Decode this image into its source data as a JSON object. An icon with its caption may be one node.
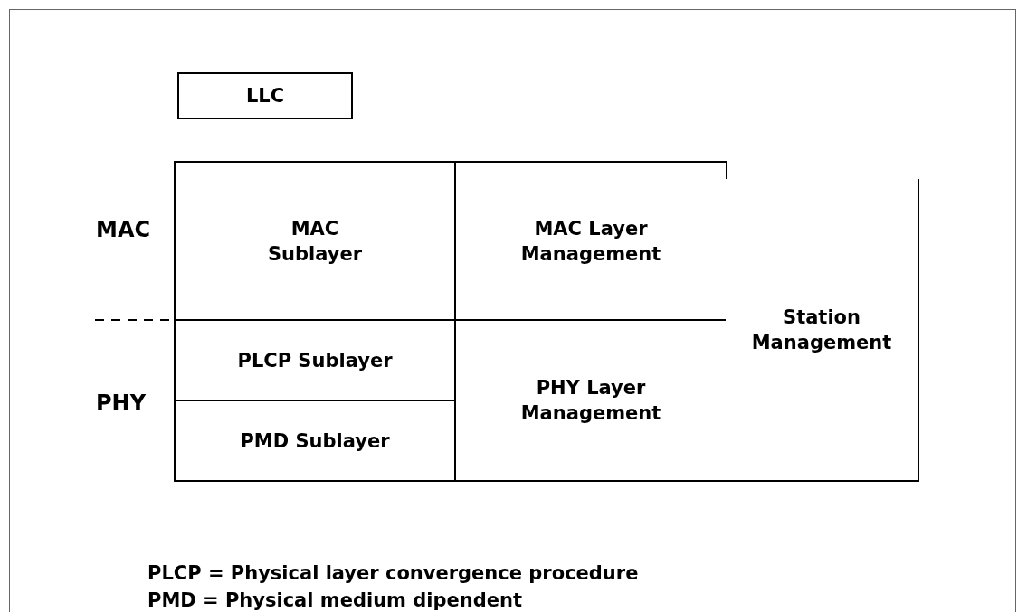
{
  "diagram": {
    "nodes": [
      {
        "text": [
          "LLC"
        ]
      },
      {
        "text": [
          "MAC Sublayer"
        ]
      },
      {
        "text": [
          "MAC Layer Management"
        ]
      },
      {
        "text": [
          "PLCP Sublayer"
        ]
      },
      {
        "text": [
          "PMD Sublayer"
        ]
      },
      {
        "text": [
          "PHY Layer Management"
        ]
      },
      {
        "text": [
          "Station Management"
        ]
      }
    ],
    "labels": [
      "MAC",
      "PHY",
      "PLCP = Physical layer convergence procedure",
      "PMD = Physical medium dipendent"
    ]
  }
}
